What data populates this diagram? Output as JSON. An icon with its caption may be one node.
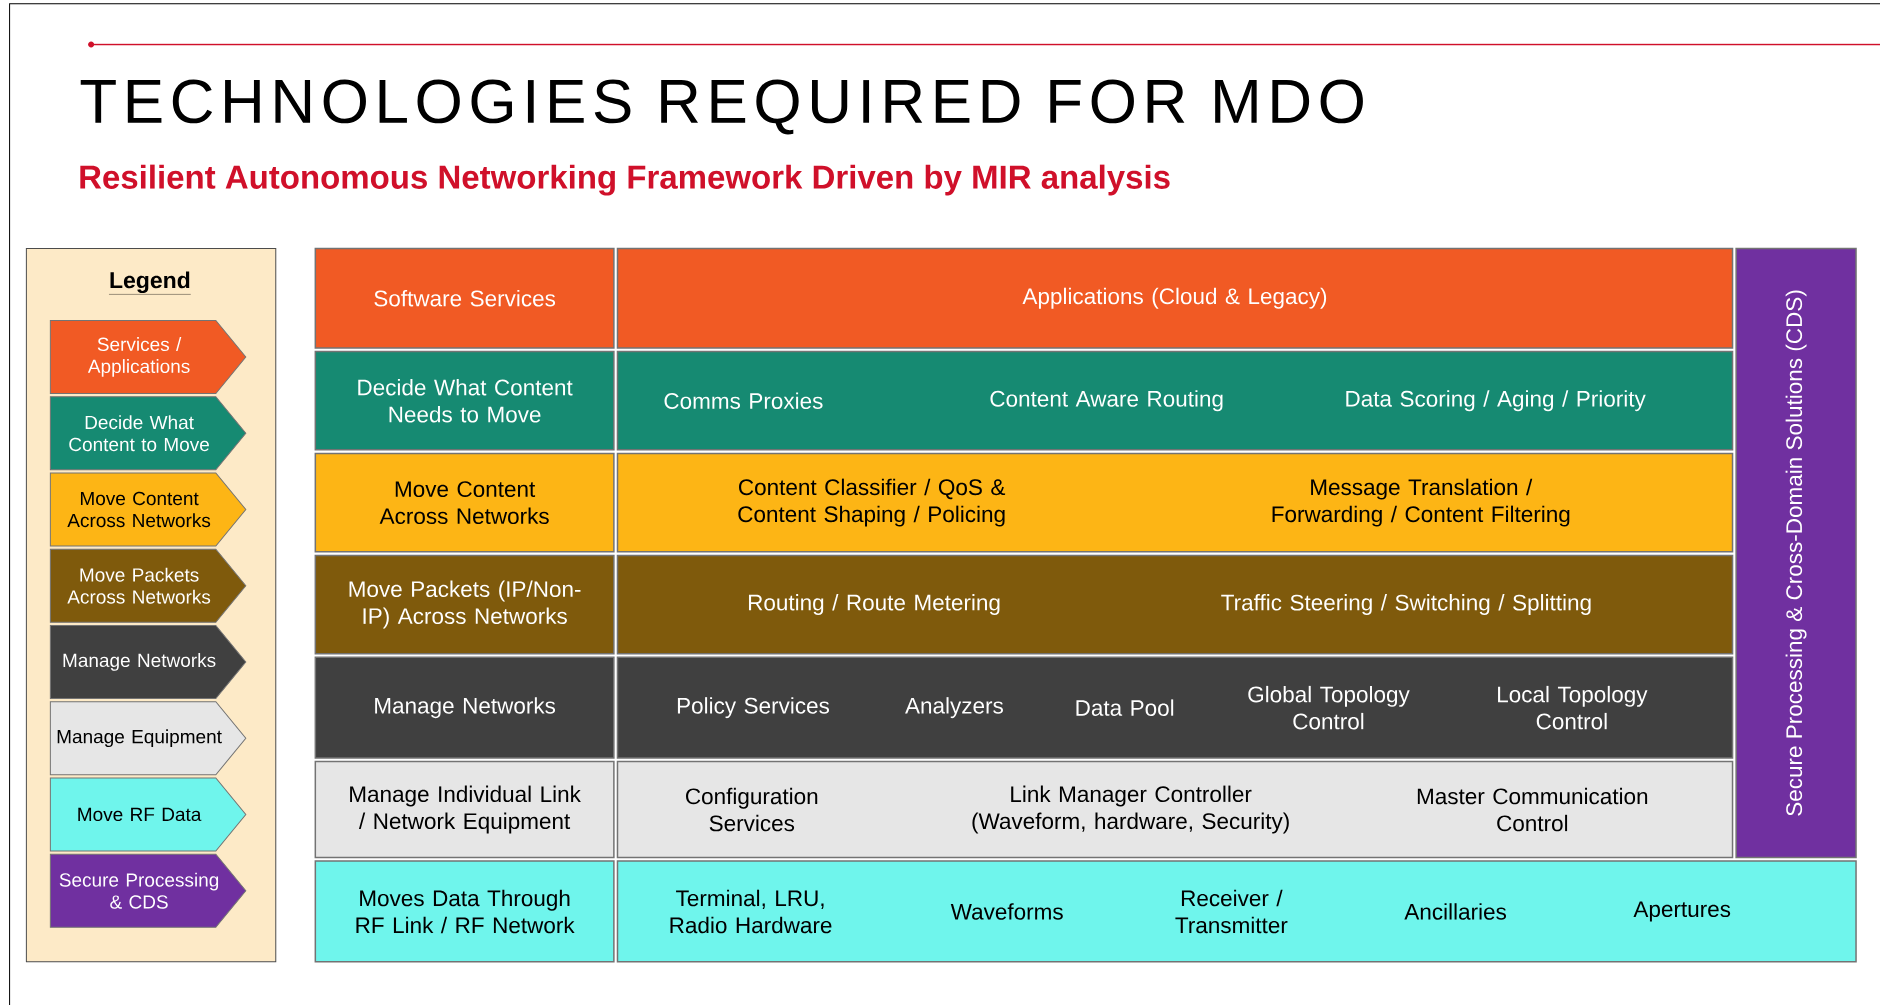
{
  "diagram": {
    "title": "TECHNOLOGIES REQUIRED FOR MDO",
    "nodes": [
      {
        "text": [
          "Software Services"
        ]
      },
      {
        "text": [
          "Applications (Cloud & Legacy)"
        ]
      },
      {
        "text": [
          "Decide What Content Needs to Move"
        ]
      },
      {
        "text": [
          "Comms Proxies",
          "Content Aware Routing",
          "Data Scoring / Aging / Priority"
        ]
      },
      {
        "text": [
          "Move Content Across Networks"
        ]
      },
      {
        "text": [
          "Content Classifier / QoS & Content Shaping / Policing",
          "Message Translation / Forwarding / Content Filtering"
        ]
      },
      {
        "text": [
          "Move Packets (IP/Non-IP) Across Networks"
        ]
      },
      {
        "text": [
          "Routing / Route Metering",
          "Traffic Steering / Switching / Splitting"
        ]
      },
      {
        "text": [
          "Manage Networks"
        ]
      },
      {
        "text": [
          "Policy Services",
          "Analyzers",
          "Data Pool",
          "Global Topology Control",
          "Local Topology Control"
        ]
      },
      {
        "text": [
          "Manage Individual Link / Network Equipment"
        ]
      },
      {
        "text": [
          "Configuration Services",
          "Link Manager Controller (Waveform, hardware, Security)",
          "Master Communication Control"
        ]
      },
      {
        "text": [
          "Moves Data Through RF Link / RF Network"
        ]
      },
      {
        "text": [
          "Terminal, LRU, Radio Hardware",
          "Waveforms",
          "Receiver / Transmitter",
          "Ancillaries",
          "Apertures"
        ]
      },
      {
        "text": [
          "Secure Processing & Cross-Domain Solutions (CDS)"
        ]
      }
    ],
    "labels": [
      "Resilient Autonomous Networking Framework Driven by MIR analysis",
      "Legend"
    ],
    "legend": [
      {
        "text": "Services / Applications",
        "color": "#f15a24"
      },
      {
        "text": "Decide What Content to Move",
        "color": "#168a72"
      },
      {
        "text": "Move Content Across Networks",
        "color": "#fdb515"
      },
      {
        "text": "Move Packets Across Networks",
        "color": "#7f5a0c"
      },
      {
        "text": "Manage Networks",
        "color": "#404040"
      },
      {
        "text": "Manage Equipment",
        "color": "#e6e6e6"
      },
      {
        "text": "Move RF Data",
        "color": "#6ff5ec"
      },
      {
        "text": "Secure Processing & CDS",
        "color": "#7030a0"
      }
    ]
  }
}
